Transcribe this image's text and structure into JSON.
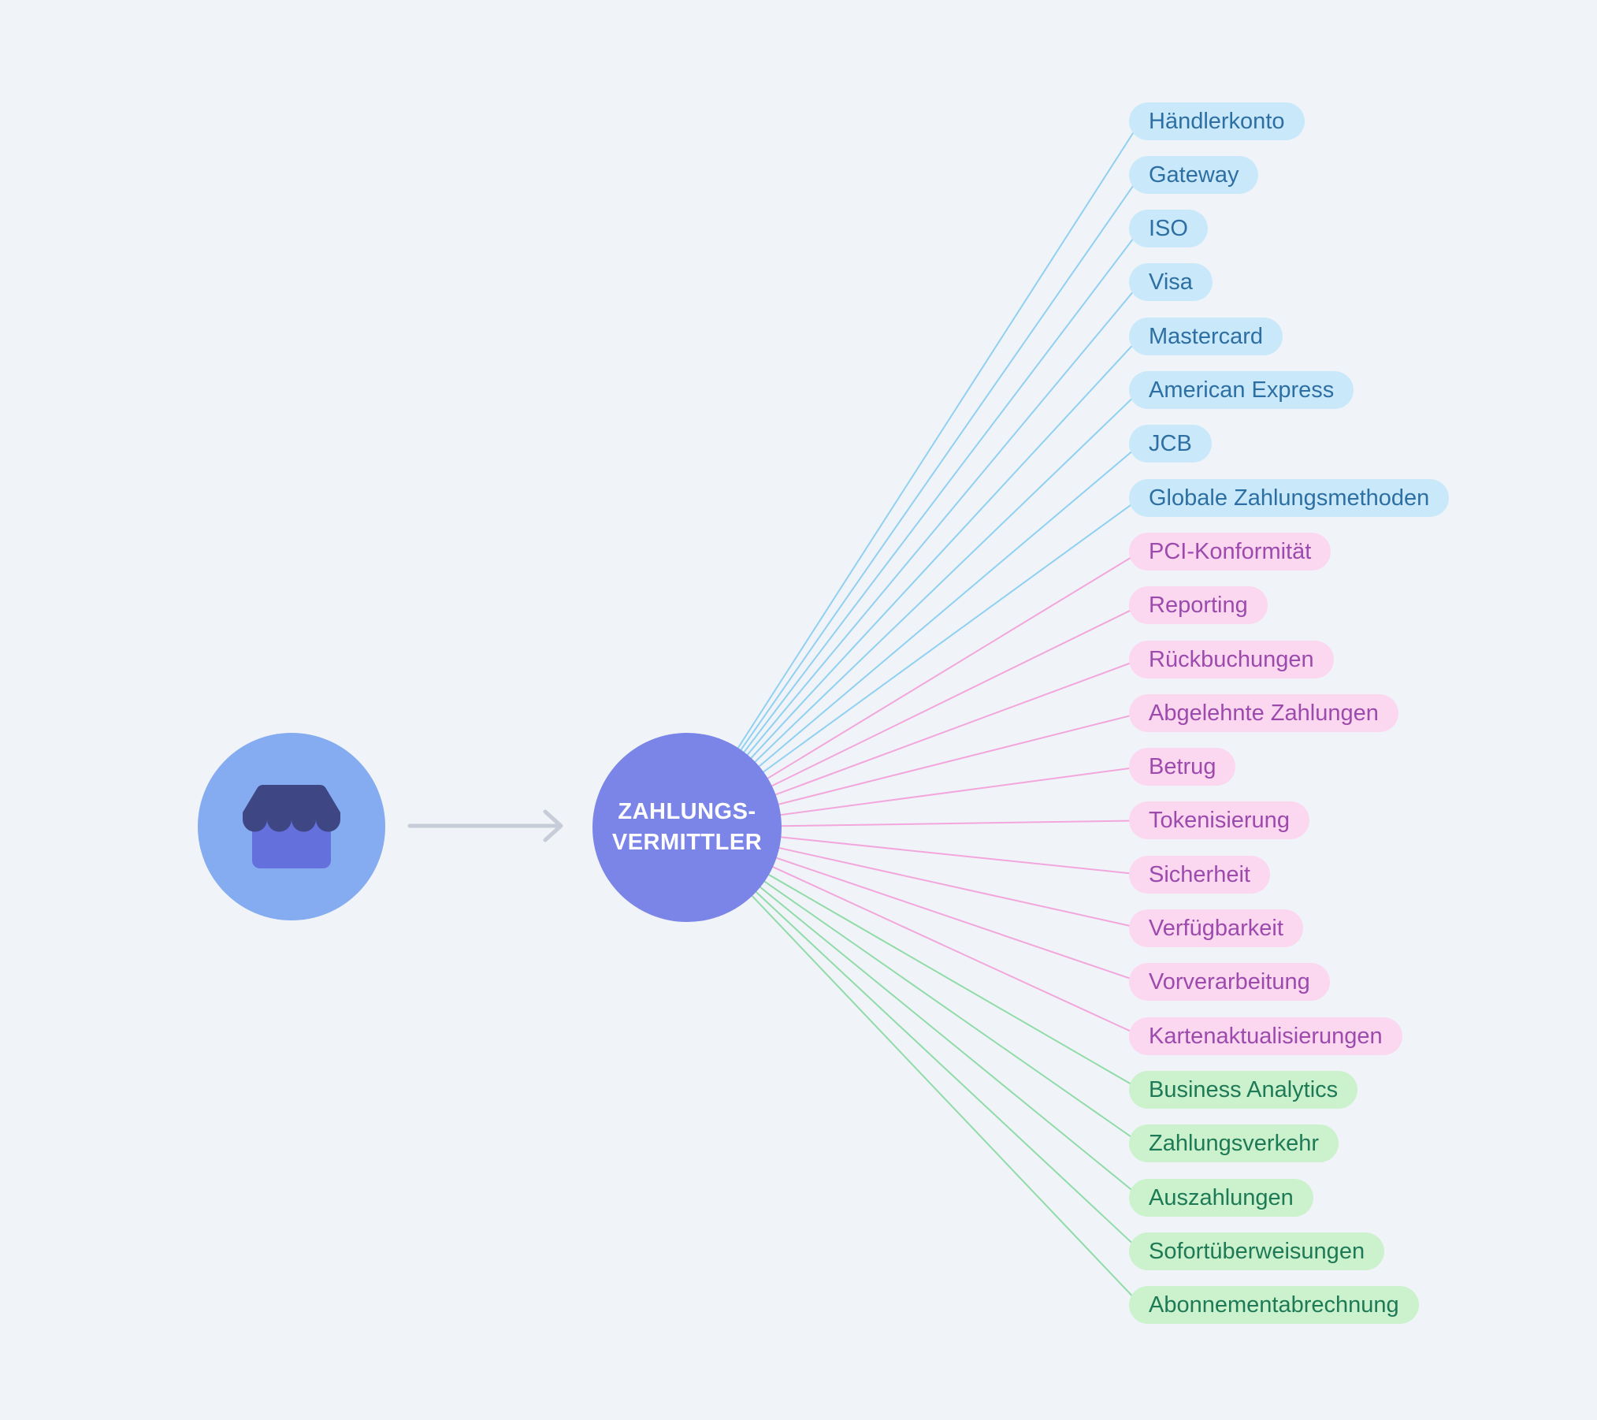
{
  "center": {
    "label_line1": "ZAHLUNGS-",
    "label_line2": "VERMITTLER"
  },
  "icons": {
    "merchant": "storefront-icon",
    "flow": "arrow-right-icon"
  },
  "colors": {
    "background": "#F0F4F8",
    "merchant_circle": "#85ACF1",
    "store_awning": "#3E4784",
    "store_body": "#6471DD",
    "center_circle": "#7B85E7",
    "center_text": "#FFFFFF",
    "arrow": "#C6CDD8"
  },
  "groups": {
    "blue": {
      "pill_bg": "#C9E9FA",
      "text": "#2E6FA3",
      "line": "#90D0F1"
    },
    "pink": {
      "pill_bg": "#FBD7F0",
      "text": "#9C4BAD",
      "line": "#F2A6DC"
    },
    "green": {
      "pill_bg": "#CBF2CC",
      "text": "#1E7A56",
      "line": "#90DBA8"
    }
  },
  "pills": [
    {
      "label": "Händlerkonto",
      "group": "blue"
    },
    {
      "label": "Gateway",
      "group": "blue"
    },
    {
      "label": "ISO",
      "group": "blue"
    },
    {
      "label": "Visa",
      "group": "blue"
    },
    {
      "label": "Mastercard",
      "group": "blue"
    },
    {
      "label": "American Express",
      "group": "blue"
    },
    {
      "label": "JCB",
      "group": "blue"
    },
    {
      "label": "Globale Zahlungsmethoden",
      "group": "blue"
    },
    {
      "label": "PCI-Konformität",
      "group": "pink"
    },
    {
      "label": "Reporting",
      "group": "pink"
    },
    {
      "label": "Rückbuchungen",
      "group": "pink"
    },
    {
      "label": "Abgelehnte Zahlungen",
      "group": "pink"
    },
    {
      "label": "Betrug",
      "group": "pink"
    },
    {
      "label": "Tokenisierung",
      "group": "pink"
    },
    {
      "label": "Sicherheit",
      "group": "pink"
    },
    {
      "label": "Verfügbarkeit",
      "group": "pink"
    },
    {
      "label": "Vorverarbeitung",
      "group": "pink"
    },
    {
      "label": "Kartenaktualisierungen",
      "group": "pink"
    },
    {
      "label": "Business Analytics",
      "group": "green"
    },
    {
      "label": "Zahlungsverkehr",
      "group": "green"
    },
    {
      "label": "Auszahlungen",
      "group": "green"
    },
    {
      "label": "Sofortüberweisungen",
      "group": "green"
    },
    {
      "label": "Abonnementabrechnung",
      "group": "green"
    }
  ]
}
